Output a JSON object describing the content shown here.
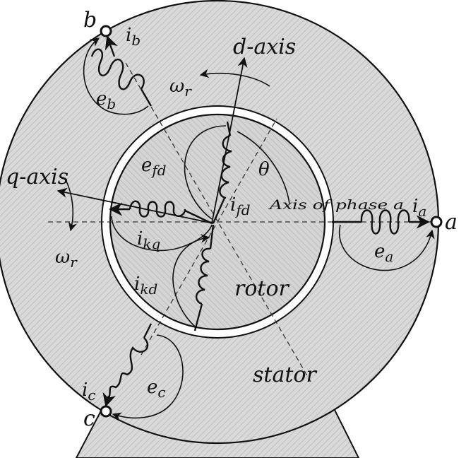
{
  "labels": {
    "d_axis": "d-axis",
    "q_axis": "q-axis",
    "omega_r_top": "ω",
    "omega_r_left": "ω",
    "omega_sub": "r",
    "theta": "θ",
    "axis_phase_a": "Axis of phase a",
    "rotor": "rotor",
    "stator": "stator",
    "terminal_a": "a",
    "terminal_b": "b",
    "terminal_c": "c",
    "ia_main": "i",
    "ia_sub": "a",
    "ib_main": "i",
    "ib_sub": "b",
    "ic_main": "i",
    "ic_sub": "c",
    "ea_main": "e",
    "ea_sub": "a",
    "eb_main": "e",
    "eb_sub": "b",
    "ec_main": "e",
    "ec_sub": "c",
    "efd_main": "e",
    "efd_sub": "fd",
    "ifd_main": "i",
    "ifd_sub": "fd",
    "ikq_main": "i",
    "ikq_sub": "kq",
    "ikd_main": "i",
    "ikd_sub": "kd"
  },
  "colors": {
    "stator_fill": "#d9d9d9",
    "rotor_fill": "#d4d4d4",
    "hatch": "#b5b5b5",
    "line": "#111111",
    "gap": "#ffffff"
  }
}
